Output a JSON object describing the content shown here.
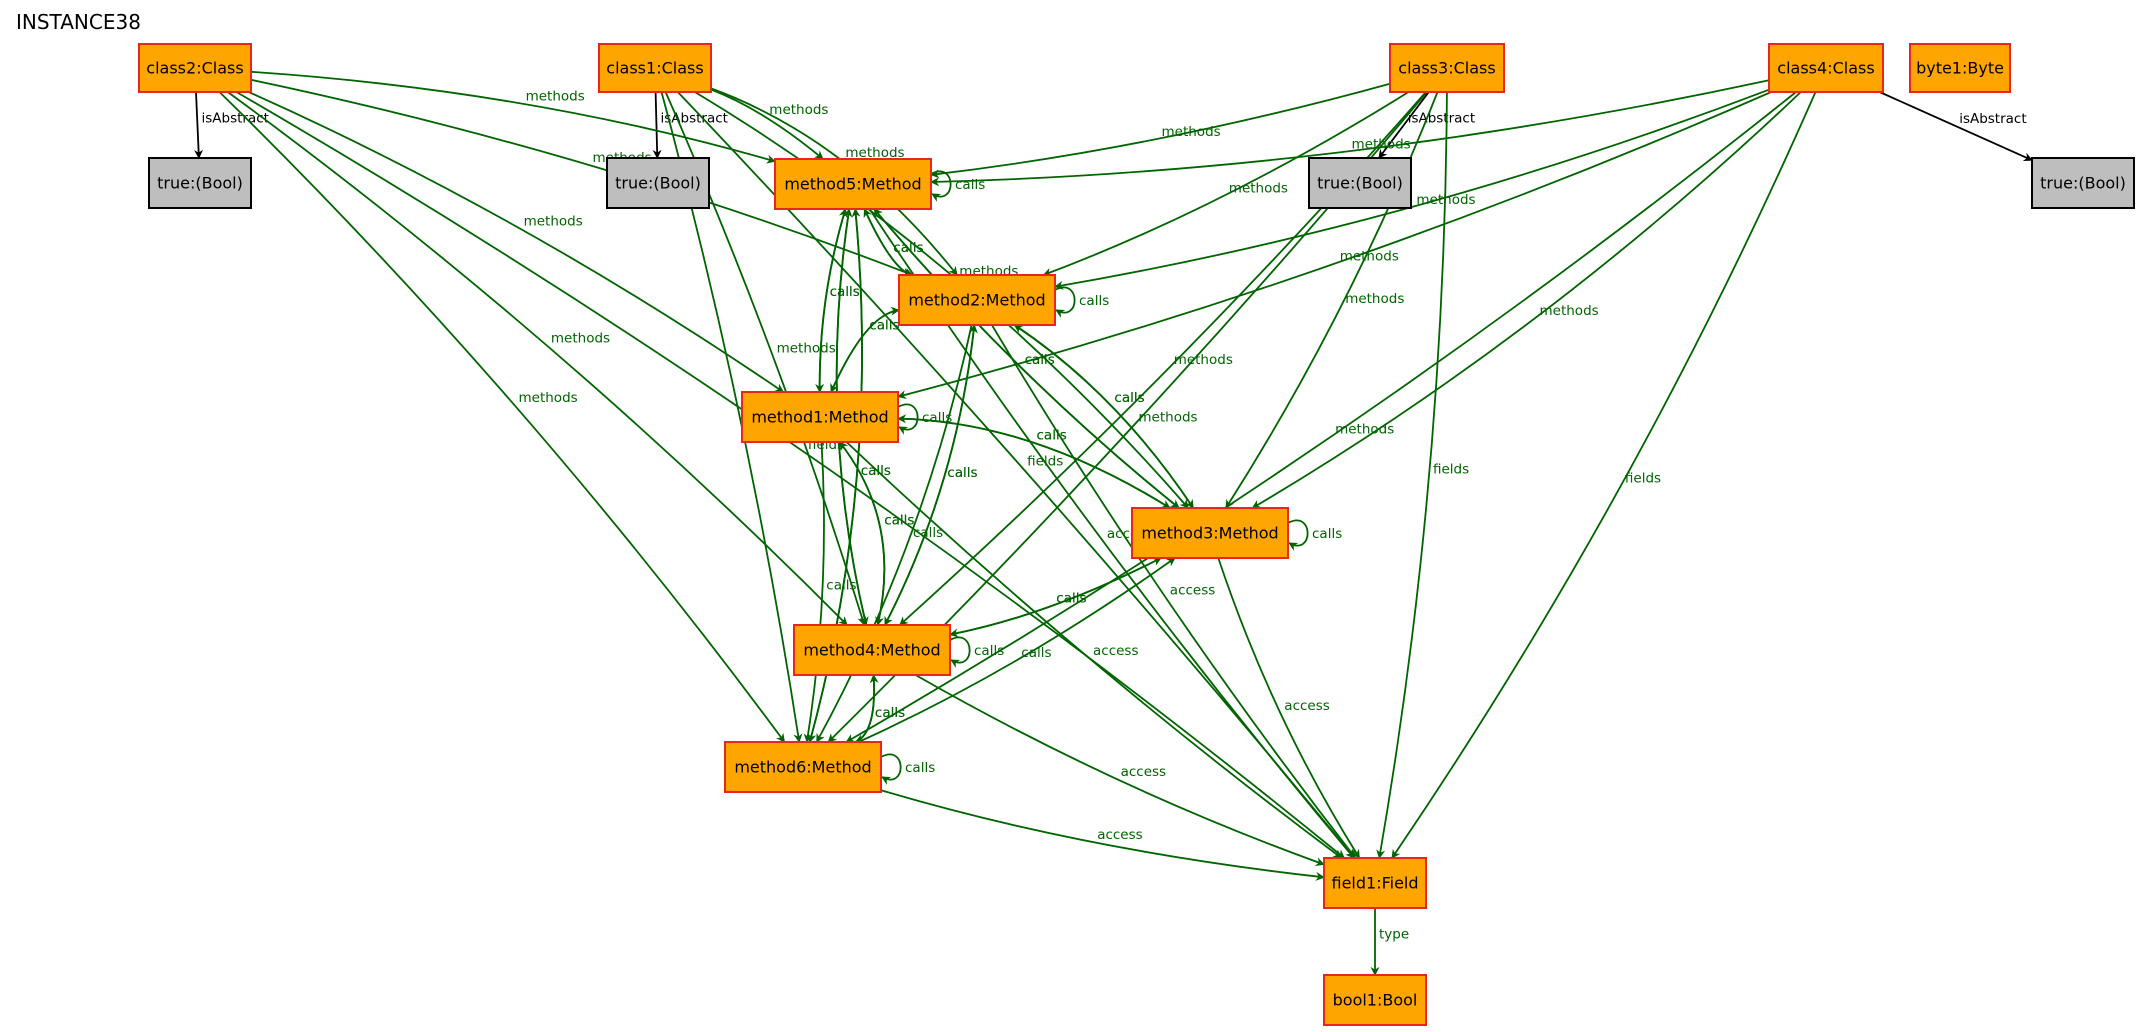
{
  "title": "INSTANCE38",
  "colors": {
    "node_fill": "#FFA500",
    "node_stroke": "#E8261E",
    "bool_fill": "#BEBEBE",
    "bool_stroke": "#000000",
    "edge_green": "#006400",
    "edge_black": "#000000"
  },
  "nodes": [
    {
      "id": "class2",
      "label": "class2:Class",
      "style": "orange"
    },
    {
      "id": "class1",
      "label": "class1:Class",
      "style": "orange"
    },
    {
      "id": "class3",
      "label": "class3:Class",
      "style": "orange"
    },
    {
      "id": "class4",
      "label": "class4:Class",
      "style": "orange"
    },
    {
      "id": "byte1",
      "label": "byte1:Byte",
      "style": "orange"
    },
    {
      "id": "true2",
      "label": "true:(Bool)",
      "style": "gray"
    },
    {
      "id": "true1",
      "label": "true:(Bool)",
      "style": "gray"
    },
    {
      "id": "true3",
      "label": "true:(Bool)",
      "style": "gray"
    },
    {
      "id": "true4",
      "label": "true:(Bool)",
      "style": "gray"
    },
    {
      "id": "method5",
      "label": "method5:Method",
      "style": "orange"
    },
    {
      "id": "method2",
      "label": "method2:Method",
      "style": "orange"
    },
    {
      "id": "method1",
      "label": "method1:Method",
      "style": "orange"
    },
    {
      "id": "method3",
      "label": "method3:Method",
      "style": "orange"
    },
    {
      "id": "method4",
      "label": "method4:Method",
      "style": "orange"
    },
    {
      "id": "method6",
      "label": "method6:Method",
      "style": "orange"
    },
    {
      "id": "field1",
      "label": "field1:Field",
      "style": "orange"
    },
    {
      "id": "bool1",
      "label": "bool1:Bool",
      "style": "orange"
    }
  ],
  "edges": [
    {
      "from": "class2",
      "to": "true2",
      "label": "isAbstract",
      "kind": "black"
    },
    {
      "from": "class1",
      "to": "true1",
      "label": "isAbstract",
      "kind": "black"
    },
    {
      "from": "class3",
      "to": "true3",
      "label": "isAbstract",
      "kind": "black"
    },
    {
      "from": "class4",
      "to": "true4",
      "label": "isAbstract",
      "kind": "black"
    },
    {
      "from": "class2",
      "to": "method5",
      "label": "methods",
      "kind": "green"
    },
    {
      "from": "class2",
      "to": "method2",
      "label": "methods",
      "kind": "green"
    },
    {
      "from": "class2",
      "to": "method1",
      "label": "methods",
      "kind": "green"
    },
    {
      "from": "class2",
      "to": "method4",
      "label": "methods",
      "kind": "green"
    },
    {
      "from": "class2",
      "to": "method6",
      "label": "methods",
      "kind": "green"
    },
    {
      "from": "class2",
      "to": "field1",
      "label": "fields",
      "kind": "green"
    },
    {
      "from": "class1",
      "to": "method5",
      "label": "methods",
      "kind": "green"
    },
    {
      "from": "class1",
      "to": "method2",
      "label": "methods",
      "kind": "green"
    },
    {
      "from": "class1",
      "to": "method3",
      "label": "methods",
      "kind": "green"
    },
    {
      "from": "class1",
      "to": "method4",
      "label": "methods",
      "kind": "green"
    },
    {
      "from": "class1",
      "to": "method6",
      "label": "methods",
      "kind": "green"
    },
    {
      "from": "class1",
      "to": "field1",
      "label": "fields",
      "kind": "green"
    },
    {
      "from": "class3",
      "to": "method5",
      "label": "methods",
      "kind": "green"
    },
    {
      "from": "class3",
      "to": "method2",
      "label": "methods",
      "kind": "green"
    },
    {
      "from": "class3",
      "to": "method3",
      "label": "methods",
      "kind": "green"
    },
    {
      "from": "class3",
      "to": "method4",
      "label": "methods",
      "kind": "green"
    },
    {
      "from": "class3",
      "to": "method6",
      "label": "methods",
      "kind": "green"
    },
    {
      "from": "class3",
      "to": "field1",
      "label": "fields",
      "kind": "green"
    },
    {
      "from": "class4",
      "to": "method5",
      "label": "methods",
      "kind": "green"
    },
    {
      "from": "class4",
      "to": "method2",
      "label": "methods",
      "kind": "green"
    },
    {
      "from": "class4",
      "to": "method1",
      "label": "methods",
      "kind": "green"
    },
    {
      "from": "class4",
      "to": "method3",
      "label": "methods",
      "kind": "green"
    },
    {
      "from": "class4",
      "to": "method6",
      "label": "methods",
      "kind": "green"
    },
    {
      "from": "class4",
      "to": "field1",
      "label": "fields",
      "kind": "green"
    },
    {
      "from": "method5",
      "to": "method5",
      "label": "calls",
      "kind": "green"
    },
    {
      "from": "method2",
      "to": "method2",
      "label": "calls",
      "kind": "green"
    },
    {
      "from": "method1",
      "to": "method1",
      "label": "calls",
      "kind": "green"
    },
    {
      "from": "method3",
      "to": "method3",
      "label": "calls",
      "kind": "green"
    },
    {
      "from": "method4",
      "to": "method4",
      "label": "calls",
      "kind": "green"
    },
    {
      "from": "method6",
      "to": "method6",
      "label": "calls",
      "kind": "green"
    },
    {
      "from": "method5",
      "to": "method2",
      "label": "calls",
      "kind": "green"
    },
    {
      "from": "method2",
      "to": "method5",
      "label": "calls",
      "kind": "green"
    },
    {
      "from": "method5",
      "to": "method1",
      "label": "calls",
      "kind": "green"
    },
    {
      "from": "method1",
      "to": "method5",
      "label": "calls",
      "kind": "green"
    },
    {
      "from": "method5",
      "to": "method3",
      "label": "calls",
      "kind": "green"
    },
    {
      "from": "method3",
      "to": "method5",
      "label": "calls",
      "kind": "green"
    },
    {
      "from": "method5",
      "to": "method4",
      "label": "calls",
      "kind": "green"
    },
    {
      "from": "method4",
      "to": "method5",
      "label": "calls",
      "kind": "green"
    },
    {
      "from": "method5",
      "to": "method6",
      "label": "calls",
      "kind": "green"
    },
    {
      "from": "method6",
      "to": "method5",
      "label": "calls",
      "kind": "green"
    },
    {
      "from": "method2",
      "to": "method1",
      "label": "calls",
      "kind": "green"
    },
    {
      "from": "method1",
      "to": "method2",
      "label": "calls",
      "kind": "green"
    },
    {
      "from": "method2",
      "to": "method3",
      "label": "calls",
      "kind": "green"
    },
    {
      "from": "method3",
      "to": "method2",
      "label": "calls",
      "kind": "green"
    },
    {
      "from": "method2",
      "to": "method4",
      "label": "calls",
      "kind": "green"
    },
    {
      "from": "method4",
      "to": "method2",
      "label": "calls",
      "kind": "green"
    },
    {
      "from": "method2",
      "to": "method6",
      "label": "calls",
      "kind": "green"
    },
    {
      "from": "method1",
      "to": "method3",
      "label": "calls",
      "kind": "green"
    },
    {
      "from": "method3",
      "to": "method1",
      "label": "calls",
      "kind": "green"
    },
    {
      "from": "method1",
      "to": "method4",
      "label": "calls",
      "kind": "green"
    },
    {
      "from": "method4",
      "to": "method1",
      "label": "calls",
      "kind": "green"
    },
    {
      "from": "method1",
      "to": "method6",
      "label": "calls",
      "kind": "green"
    },
    {
      "from": "method3",
      "to": "method4",
      "label": "calls",
      "kind": "green"
    },
    {
      "from": "method4",
      "to": "method3",
      "label": "calls",
      "kind": "green"
    },
    {
      "from": "method6",
      "to": "method3",
      "label": "calls",
      "kind": "green"
    },
    {
      "from": "method4",
      "to": "method6",
      "label": "calls",
      "kind": "green"
    },
    {
      "from": "method6",
      "to": "method4",
      "label": "calls",
      "kind": "green"
    },
    {
      "from": "method5",
      "to": "field1",
      "label": "access",
      "kind": "green"
    },
    {
      "from": "method2",
      "to": "field1",
      "label": "access",
      "kind": "green"
    },
    {
      "from": "method1",
      "to": "field1",
      "label": "access",
      "kind": "green"
    },
    {
      "from": "method3",
      "to": "field1",
      "label": "access",
      "kind": "green"
    },
    {
      "from": "method4",
      "to": "field1",
      "label": "access",
      "kind": "green"
    },
    {
      "from": "method6",
      "to": "field1",
      "label": "access",
      "kind": "green"
    },
    {
      "from": "field1",
      "to": "bool1",
      "label": "type",
      "kind": "green"
    }
  ]
}
